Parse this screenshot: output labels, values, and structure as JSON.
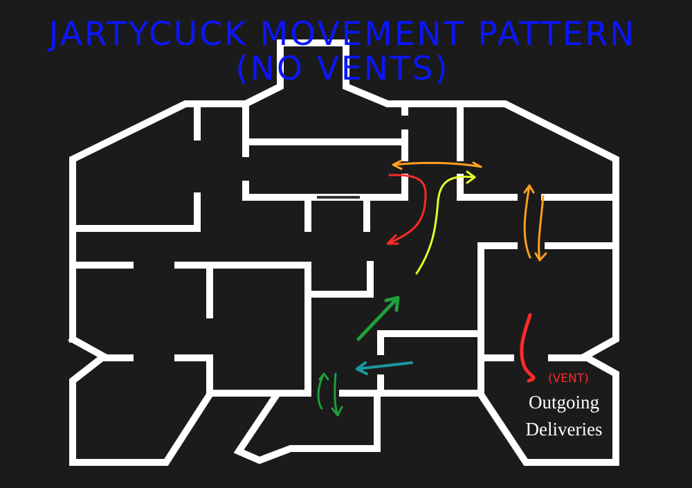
{
  "title": {
    "line1": "JARTYCUCK MOVEMENT PATTERN",
    "line2": "(NO VENTS)"
  },
  "annotations": {
    "vent": "(VENT)",
    "room_line1": "Outgoing",
    "room_line2": "Deliveries"
  },
  "colors": {
    "background": "#1b1b1b",
    "walls": "#ffffff",
    "title": "#0b16ff",
    "red": "#ff2a2a",
    "orange": "#ffa020",
    "yellow": "#e6ff2a",
    "green": "#1ea03c",
    "teal": "#1a9aa0"
  }
}
